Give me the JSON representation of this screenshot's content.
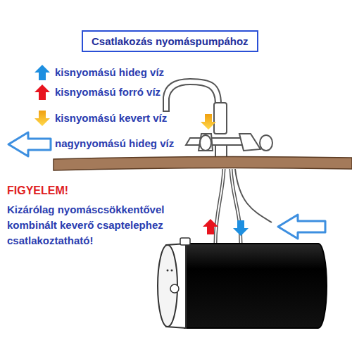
{
  "diagram": {
    "title": "Csatlakozás nyomáspumpához",
    "labels": [
      "FIGYELEM!",
      "Kizárólag nyomáscsökkentővel kombinált keverő csaptelephez csatlakoztatható!"
    ],
    "legend": [
      {
        "text": "kisnyomású hideg víz"
      },
      {
        "text": "kisnyomású forró víz"
      },
      {
        "text": "kisnyomású kevert víz"
      },
      {
        "text": "nagynyomású hideg víz"
      }
    ]
  }
}
